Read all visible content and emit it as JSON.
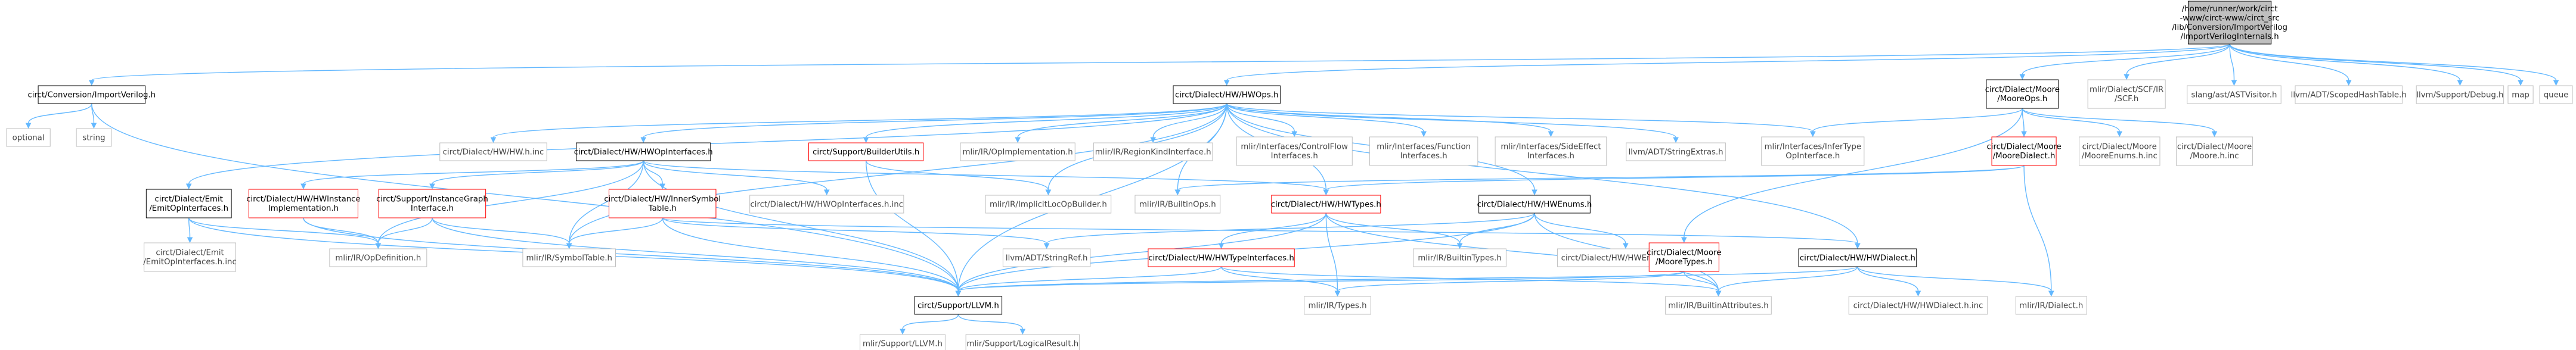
{
  "diagram": {
    "type": "include-dependency-graph",
    "colors": {
      "edge": "#63b8ff",
      "root_fill": "#bfbfbf",
      "node_border": "#000000",
      "missing_border": "#bfbfbf",
      "marked_border": "#ff0000",
      "text": "#000000",
      "external_text": "#444444"
    },
    "nodes": [
      {
        "id": "root",
        "lines": [
          "/home/runner/work/circt",
          "-www/circt-www/circt_src",
          "/lib/Conversion/ImportVerilog",
          "/ImportVerilogInternals.h"
        ],
        "style": "root"
      },
      {
        "id": "importverilog",
        "lines": [
          "circt/Conversion/ImportVerilog.h"
        ],
        "style": "normal"
      },
      {
        "id": "optional",
        "lines": [
          "optional"
        ],
        "style": "external"
      },
      {
        "id": "string",
        "lines": [
          "string"
        ],
        "style": "external"
      },
      {
        "id": "hwops",
        "lines": [
          "circt/Dialect/HW/HWOps.h"
        ],
        "style": "normal"
      },
      {
        "id": "mooreops",
        "lines": [
          "circt/Dialect/Moore",
          "/MooreOps.h"
        ],
        "style": "normal"
      },
      {
        "id": "scf",
        "lines": [
          "mlir/Dialect/SCF/IR",
          "/SCF.h"
        ],
        "style": "external"
      },
      {
        "id": "astvisitor",
        "lines": [
          "slang/ast/ASTVisitor.h"
        ],
        "style": "external"
      },
      {
        "id": "scopedhash",
        "lines": [
          "llvm/ADT/ScopedHashTable.h"
        ],
        "style": "external"
      },
      {
        "id": "debug",
        "lines": [
          "llvm/Support/Debug.h"
        ],
        "style": "external"
      },
      {
        "id": "map",
        "lines": [
          "map"
        ],
        "style": "external"
      },
      {
        "id": "queue",
        "lines": [
          "queue"
        ],
        "style": "external"
      },
      {
        "id": "hwinc",
        "lines": [
          "circt/Dialect/HW/HW.h.inc"
        ],
        "style": "external"
      },
      {
        "id": "hwopinterfaces",
        "lines": [
          "circt/Dialect/HW/HWOpInterfaces.h"
        ],
        "style": "normal"
      },
      {
        "id": "builderutils",
        "lines": [
          "circt/Support/BuilderUtils.h"
        ],
        "style": "marked"
      },
      {
        "id": "opimpl",
        "lines": [
          "mlir/IR/OpImplementation.h"
        ],
        "style": "external"
      },
      {
        "id": "regionkind",
        "lines": [
          "mlir/IR/RegionKindInterface.h"
        ],
        "style": "external"
      },
      {
        "id": "controlflow",
        "lines": [
          "mlir/Interfaces/ControlFlow",
          "Interfaces.h"
        ],
        "style": "external"
      },
      {
        "id": "functionif",
        "lines": [
          "mlir/Interfaces/Function",
          "Interfaces.h"
        ],
        "style": "external"
      },
      {
        "id": "sideeffect",
        "lines": [
          "mlir/Interfaces/SideEffect",
          "Interfaces.h"
        ],
        "style": "external"
      },
      {
        "id": "stringextras",
        "lines": [
          "llvm/ADT/StringExtras.h"
        ],
        "style": "external"
      },
      {
        "id": "infertype",
        "lines": [
          "mlir/Interfaces/InferType",
          "OpInterface.h"
        ],
        "style": "external"
      },
      {
        "id": "mooredialect",
        "lines": [
          "circt/Dialect/Moore",
          "/MooreDialect.h"
        ],
        "style": "marked"
      },
      {
        "id": "mooreenums",
        "lines": [
          "circt/Dialect/Moore",
          "/MooreEnums.h.inc"
        ],
        "style": "external"
      },
      {
        "id": "mooreinc",
        "lines": [
          "circt/Dialect/Moore",
          "/Moore.h.inc"
        ],
        "style": "external"
      },
      {
        "id": "emitopif",
        "lines": [
          "circt/Dialect/Emit",
          "/EmitOpInterfaces.h"
        ],
        "style": "normal"
      },
      {
        "id": "hwinstance",
        "lines": [
          "circt/Dialect/HW/HWInstance",
          "Implementation.h"
        ],
        "style": "marked"
      },
      {
        "id": "instancegraph",
        "lines": [
          "circt/Support/InstanceGraph",
          "Interface.h"
        ],
        "style": "marked"
      },
      {
        "id": "innersym",
        "lines": [
          "circt/Dialect/HW/InnerSymbol",
          "Table.h"
        ],
        "style": "marked"
      },
      {
        "id": "hwopifinc",
        "lines": [
          "circt/Dialect/HW/HWOpInterfaces.h.inc"
        ],
        "style": "external"
      },
      {
        "id": "implicitloc",
        "lines": [
          "mlir/IR/ImplicitLocOpBuilder.h"
        ],
        "style": "external"
      },
      {
        "id": "builtinops",
        "lines": [
          "mlir/IR/BuiltinOps.h"
        ],
        "style": "external"
      },
      {
        "id": "hwtypes",
        "lines": [
          "circt/Dialect/HW/HWTypes.h"
        ],
        "style": "marked"
      },
      {
        "id": "hwenums",
        "lines": [
          "circt/Dialect/HW/HWEnums.h"
        ],
        "style": "normal"
      },
      {
        "id": "emitopifinc",
        "lines": [
          "circt/Dialect/Emit",
          "/EmitOpInterfaces.h.inc"
        ],
        "style": "external"
      },
      {
        "id": "opdefinition",
        "lines": [
          "mlir/IR/OpDefinition.h"
        ],
        "style": "external"
      },
      {
        "id": "symboltable",
        "lines": [
          "mlir/IR/SymbolTable.h"
        ],
        "style": "external"
      },
      {
        "id": "stringref",
        "lines": [
          "llvm/ADT/StringRef.h"
        ],
        "style": "external"
      },
      {
        "id": "hwtypeif",
        "lines": [
          "circt/Dialect/HW/HWTypeInterfaces.h"
        ],
        "style": "marked"
      },
      {
        "id": "builtintypes",
        "lines": [
          "mlir/IR/BuiltinTypes.h"
        ],
        "style": "external"
      },
      {
        "id": "hwenumsinc",
        "lines": [
          "circt/Dialect/HW/HWEnums.h.inc"
        ],
        "style": "external"
      },
      {
        "id": "mooretypes",
        "lines": [
          "circt/Dialect/Moore",
          "/MooreTypes.h"
        ],
        "style": "marked"
      },
      {
        "id": "hwdialect",
        "lines": [
          "circt/Dialect/HW/HWDialect.h"
        ],
        "style": "normal"
      },
      {
        "id": "llvmh",
        "lines": [
          "circt/Support/LLVM.h"
        ],
        "style": "normal"
      },
      {
        "id": "types",
        "lines": [
          "mlir/IR/Types.h"
        ],
        "style": "external"
      },
      {
        "id": "builtinattrs",
        "lines": [
          "mlir/IR/BuiltinAttributes.h"
        ],
        "style": "external"
      },
      {
        "id": "hwdialectinc",
        "lines": [
          "circt/Dialect/HW/HWDialect.h.inc"
        ],
        "style": "external"
      },
      {
        "id": "dialect",
        "lines": [
          "mlir/IR/Dialect.h"
        ],
        "style": "external"
      },
      {
        "id": "mlirllvm",
        "lines": [
          "mlir/Support/LLVM.h"
        ],
        "style": "external"
      },
      {
        "id": "logicalresult",
        "lines": [
          "mlir/Support/LogicalResult.h"
        ],
        "style": "external"
      }
    ],
    "edges": [
      [
        "root",
        "importverilog"
      ],
      [
        "root",
        "hwops"
      ],
      [
        "root",
        "mooreops"
      ],
      [
        "root",
        "scf"
      ],
      [
        "root",
        "astvisitor"
      ],
      [
        "root",
        "scopedhash"
      ],
      [
        "root",
        "debug"
      ],
      [
        "root",
        "map"
      ],
      [
        "root",
        "queue"
      ],
      [
        "importverilog",
        "optional"
      ],
      [
        "importverilog",
        "string"
      ],
      [
        "importverilog",
        "llvmh"
      ],
      [
        "hwops",
        "hwinc"
      ],
      [
        "hwops",
        "hwopinterfaces"
      ],
      [
        "hwops",
        "builderutils"
      ],
      [
        "hwops",
        "opimpl"
      ],
      [
        "hwops",
        "regionkind"
      ],
      [
        "hwops",
        "controlflow"
      ],
      [
        "hwops",
        "functionif"
      ],
      [
        "hwops",
        "sideeffect"
      ],
      [
        "hwops",
        "stringextras"
      ],
      [
        "hwops",
        "infertype"
      ],
      [
        "hwops",
        "emitopif"
      ],
      [
        "hwops",
        "symboltable"
      ],
      [
        "hwops",
        "builtinops"
      ],
      [
        "hwops",
        "implicitloc"
      ],
      [
        "hwops",
        "hwtypes"
      ],
      [
        "hwops",
        "hwenums"
      ],
      [
        "hwops",
        "hwdialect"
      ],
      [
        "hwops",
        "llvmh"
      ],
      [
        "mooreops",
        "infertype"
      ],
      [
        "mooreops",
        "mooredialect"
      ],
      [
        "mooreops",
        "mooreenums"
      ],
      [
        "mooreops",
        "mooreinc"
      ],
      [
        "mooreops",
        "mooretypes"
      ],
      [
        "mooredialect",
        "hwtypes"
      ],
      [
        "mooredialect",
        "builtinops"
      ],
      [
        "mooredialect",
        "dialect"
      ],
      [
        "hwopinterfaces",
        "hwinstance"
      ],
      [
        "hwopinterfaces",
        "instancegraph"
      ],
      [
        "hwopinterfaces",
        "innersym"
      ],
      [
        "hwopinterfaces",
        "hwopifinc"
      ],
      [
        "hwopinterfaces",
        "opdefinition"
      ],
      [
        "hwopinterfaces",
        "symboltable"
      ],
      [
        "hwopinterfaces",
        "hwtypes"
      ],
      [
        "hwopinterfaces",
        "llvmh"
      ],
      [
        "builderutils",
        "implicitloc"
      ],
      [
        "builderutils",
        "llvmh"
      ],
      [
        "emitopif",
        "emitopifinc"
      ],
      [
        "emitopif",
        "opdefinition"
      ],
      [
        "emitopif",
        "llvmh"
      ],
      [
        "hwinstance",
        "opdefinition"
      ],
      [
        "hwinstance",
        "llvmh"
      ],
      [
        "instancegraph",
        "opdefinition"
      ],
      [
        "instancegraph",
        "symboltable"
      ],
      [
        "instancegraph",
        "llvmh"
      ],
      [
        "innersym",
        "symboltable"
      ],
      [
        "innersym",
        "stringref"
      ],
      [
        "innersym",
        "llvmh"
      ],
      [
        "innersym",
        "hwdialect"
      ],
      [
        "hwtypes",
        "hwtypeif"
      ],
      [
        "hwtypes",
        "builtintypes"
      ],
      [
        "hwtypes",
        "types"
      ],
      [
        "hwtypes",
        "llvmh"
      ],
      [
        "hwtypes",
        "builtinattrs"
      ],
      [
        "hwenums",
        "stringref"
      ],
      [
        "hwenums",
        "builtintypes"
      ],
      [
        "hwenums",
        "hwenumsinc"
      ],
      [
        "hwenums",
        "builtinattrs"
      ],
      [
        "hwenums",
        "llvmh"
      ],
      [
        "hwtypeif",
        "types"
      ],
      [
        "hwtypeif",
        "llvmh"
      ],
      [
        "hwtypeif",
        "builtinattrs"
      ],
      [
        "mooretypes",
        "types"
      ],
      [
        "mooretypes",
        "builtinattrs"
      ],
      [
        "mooretypes",
        "llvmh"
      ],
      [
        "hwdialect",
        "builtinattrs"
      ],
      [
        "hwdialect",
        "hwdialectinc"
      ],
      [
        "hwdialect",
        "dialect"
      ],
      [
        "hwdialect",
        "llvmh"
      ],
      [
        "llvmh",
        "mlirllvm"
      ],
      [
        "llvmh",
        "logicalresult"
      ]
    ]
  }
}
